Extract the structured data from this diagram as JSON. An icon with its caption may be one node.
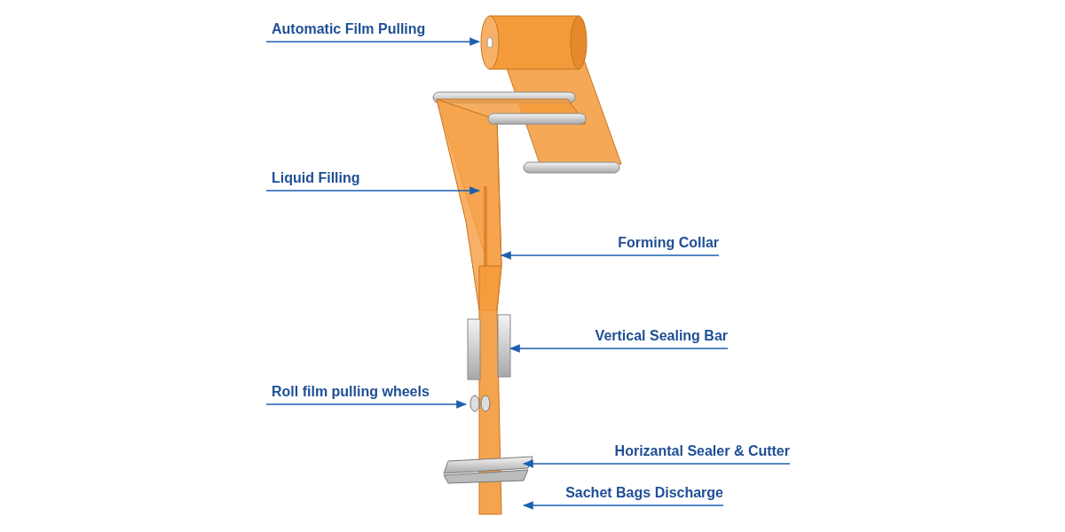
{
  "diagram": {
    "nodes": [
      {
        "text": [
          "Automatic Film Pulling"
        ]
      },
      {
        "text": [
          "Liquid Filling"
        ]
      },
      {
        "text": [
          "Forming Collar"
        ]
      },
      {
        "text": [
          "Vertical Sealing Bar"
        ]
      },
      {
        "text": [
          "Roll film pulling wheels"
        ]
      },
      {
        "text": [
          "Horizantal Sealer & Cutter"
        ]
      },
      {
        "text": [
          "Sachet Bags Discharge"
        ]
      }
    ],
    "edges": [
      {
        "from": 0,
        "to": null,
        "arrow": "to"
      },
      {
        "from": 1,
        "to": null,
        "arrow": "to"
      },
      {
        "from": 2,
        "to": null,
        "arrow": "to"
      },
      {
        "from": 3,
        "to": null,
        "arrow": "to"
      },
      {
        "from": 4,
        "to": null,
        "arrow": "to"
      },
      {
        "from": 5,
        "to": null,
        "arrow": "to"
      },
      {
        "from": 6,
        "to": null,
        "arrow": "to"
      }
    ]
  }
}
